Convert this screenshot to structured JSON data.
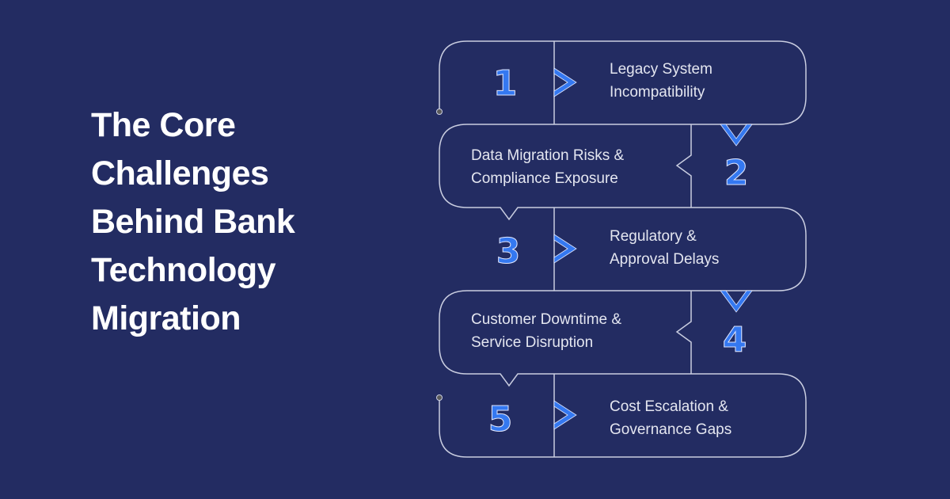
{
  "title": {
    "lines": [
      "The Core",
      "Challenges",
      "Behind Bank",
      "Technology",
      "Migration"
    ]
  },
  "challenges": [
    {
      "number": "1",
      "lines": [
        "Legacy System",
        "Incompatibility"
      ]
    },
    {
      "number": "2",
      "lines": [
        "Data Migration Risks &",
        "Compliance Exposure"
      ]
    },
    {
      "number": "3",
      "lines": [
        "Regulatory &",
        "Approval Delays"
      ]
    },
    {
      "number": "4",
      "lines": [
        "Customer Downtime &",
        "Service Disruption"
      ]
    },
    {
      "number": "5",
      "lines": [
        "Cost Escalation &",
        "Governance Gaps"
      ]
    }
  ],
  "colors": {
    "background": "#232c62",
    "accent": "#3478f0",
    "line": "#c9cde0",
    "dot": "#5a5a5a",
    "text": "#ffffff"
  }
}
